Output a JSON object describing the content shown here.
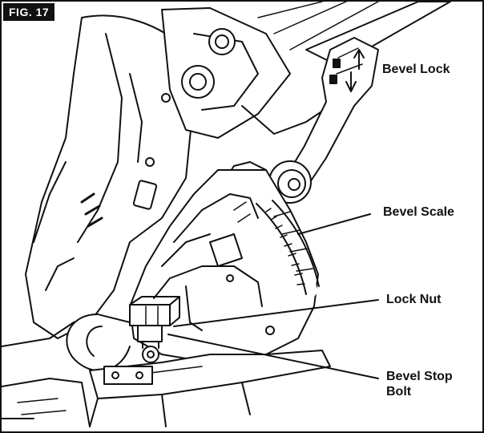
{
  "figure": {
    "label": "FIG. 17",
    "callouts": {
      "bevel_lock": "Bevel Lock",
      "bevel_scale": "Bevel Scale",
      "lock_nut": "Lock Nut",
      "bevel_stop_bolt_line1": "Bevel Stop",
      "bevel_stop_bolt_line2": "Bolt"
    },
    "colors": {
      "ink": "#111111",
      "background": "#ffffff",
      "label_bg": "#111111",
      "label_text": "#ffffff"
    }
  }
}
